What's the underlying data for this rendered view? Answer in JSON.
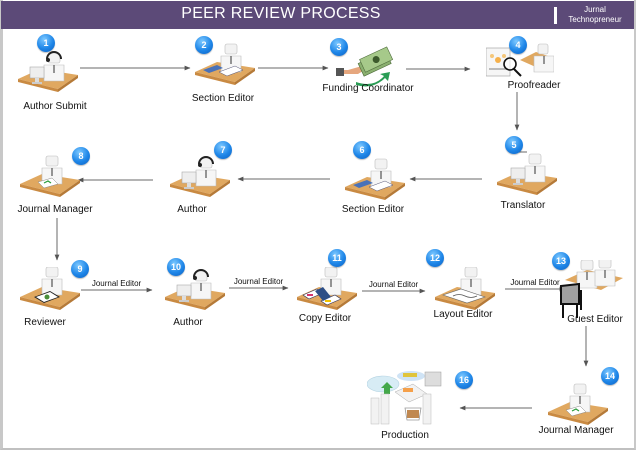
{
  "header": {
    "title": "PEER REVIEW PROCESS",
    "brand_line1": "Jurnal",
    "brand_line2": "Technopreneur",
    "background_color": "#5c4a78"
  },
  "badge_color": "#1e86e8",
  "desk_color": "#e0a860",
  "nodes": [
    {
      "step": "1",
      "label": "Author Submit",
      "icon": "author-headset-desk-icon"
    },
    {
      "step": "2",
      "label": "Section Editor",
      "icon": "section-editor-desk-icon"
    },
    {
      "step": "3",
      "label": "Funding Coordinator",
      "icon": "money-hand-icon"
    },
    {
      "step": "4",
      "label": "Proofreader",
      "icon": "proofreader-magnifier-icon"
    },
    {
      "step": "5",
      "label": "Translator",
      "icon": "translator-desk-icon"
    },
    {
      "step": "6",
      "label": "Section Editor",
      "icon": "section-editor-desk-icon"
    },
    {
      "step": "7",
      "label": "Author",
      "icon": "author-headset-desk-icon"
    },
    {
      "step": "8",
      "label": "Journal Manager",
      "icon": "journal-manager-desk-icon"
    },
    {
      "step": "9",
      "label": "Reviewer",
      "icon": "reviewer-desk-icon"
    },
    {
      "step": "10",
      "label": "Author",
      "icon": "author-headset-desk-icon"
    },
    {
      "step": "11",
      "label": "Copy Editor",
      "icon": "copy-editor-desk-icon"
    },
    {
      "step": "12",
      "label": "Layout Editor",
      "icon": "layout-editor-desk-icon"
    },
    {
      "step": "13",
      "label": "Guest Editor",
      "icon": "guest-editor-desk-icon"
    },
    {
      "step": "14",
      "label": "Journal Manager",
      "icon": "journal-manager-desk-icon"
    },
    {
      "step": "16",
      "label": "Production",
      "icon": "production-team-icon"
    }
  ],
  "edges": [
    {
      "from": "1",
      "to": "2",
      "label": ""
    },
    {
      "from": "2",
      "to": "3",
      "label": ""
    },
    {
      "from": "3",
      "to": "4",
      "label": ""
    },
    {
      "from": "4",
      "to": "5",
      "label": ""
    },
    {
      "from": "5",
      "to": "6",
      "label": ""
    },
    {
      "from": "6",
      "to": "7",
      "label": ""
    },
    {
      "from": "7",
      "to": "8",
      "label": ""
    },
    {
      "from": "8",
      "to": "9",
      "label": ""
    },
    {
      "from": "9",
      "to": "10",
      "label": "Journal Editor"
    },
    {
      "from": "10",
      "to": "11",
      "label": "Journal Editor"
    },
    {
      "from": "11",
      "to": "12",
      "label": "Journal Editor"
    },
    {
      "from": "12",
      "to": "13",
      "label": "Journal Editor"
    },
    {
      "from": "13",
      "to": "14",
      "label": ""
    },
    {
      "from": "14",
      "to": "16",
      "label": ""
    }
  ]
}
